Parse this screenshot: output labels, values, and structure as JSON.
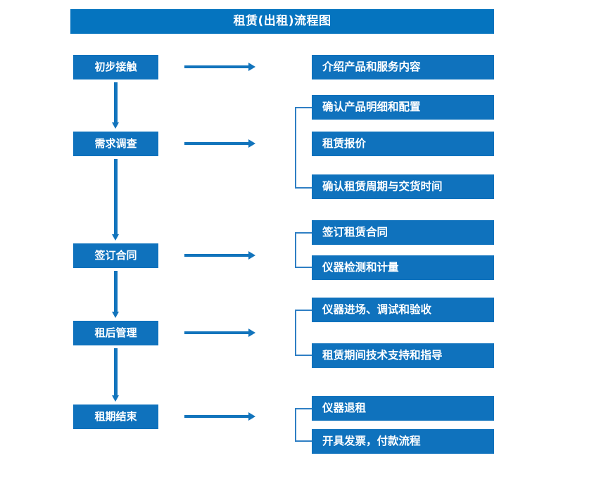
{
  "diagram": {
    "title": "租赁(出租)流程图",
    "colors": {
      "title_bar": "#0574bf",
      "node": "#0f72bd",
      "arrow": "#1274bc",
      "bracket": "#2f7fc4",
      "text": "#ffffff",
      "background": "#ffffff"
    },
    "stages": [
      {
        "id": "stage-1",
        "label": "初步接触"
      },
      {
        "id": "stage-2",
        "label": "需求调查"
      },
      {
        "id": "stage-3",
        "label": "签订合同"
      },
      {
        "id": "stage-4",
        "label": "租后管理"
      },
      {
        "id": "stage-5",
        "label": "租期结束"
      }
    ],
    "details": [
      {
        "id": "detail-1-1",
        "label": "介绍产品和服务内容"
      },
      {
        "id": "detail-2-1",
        "label": "确认产品明细和配置"
      },
      {
        "id": "detail-2-2",
        "label": "租赁报价"
      },
      {
        "id": "detail-2-3",
        "label": "确认租赁周期与交货时间"
      },
      {
        "id": "detail-3-1",
        "label": "签订租赁合同"
      },
      {
        "id": "detail-3-2",
        "label": "仪器检测和计量"
      },
      {
        "id": "detail-4-1",
        "label": "仪器进场、调试和验收"
      },
      {
        "id": "detail-4-2",
        "label": "租赁期间技术支持和指导"
      },
      {
        "id": "detail-5-1",
        "label": "仪器退租"
      },
      {
        "id": "detail-5-2",
        "label": "开具发票，付款流程"
      }
    ]
  }
}
